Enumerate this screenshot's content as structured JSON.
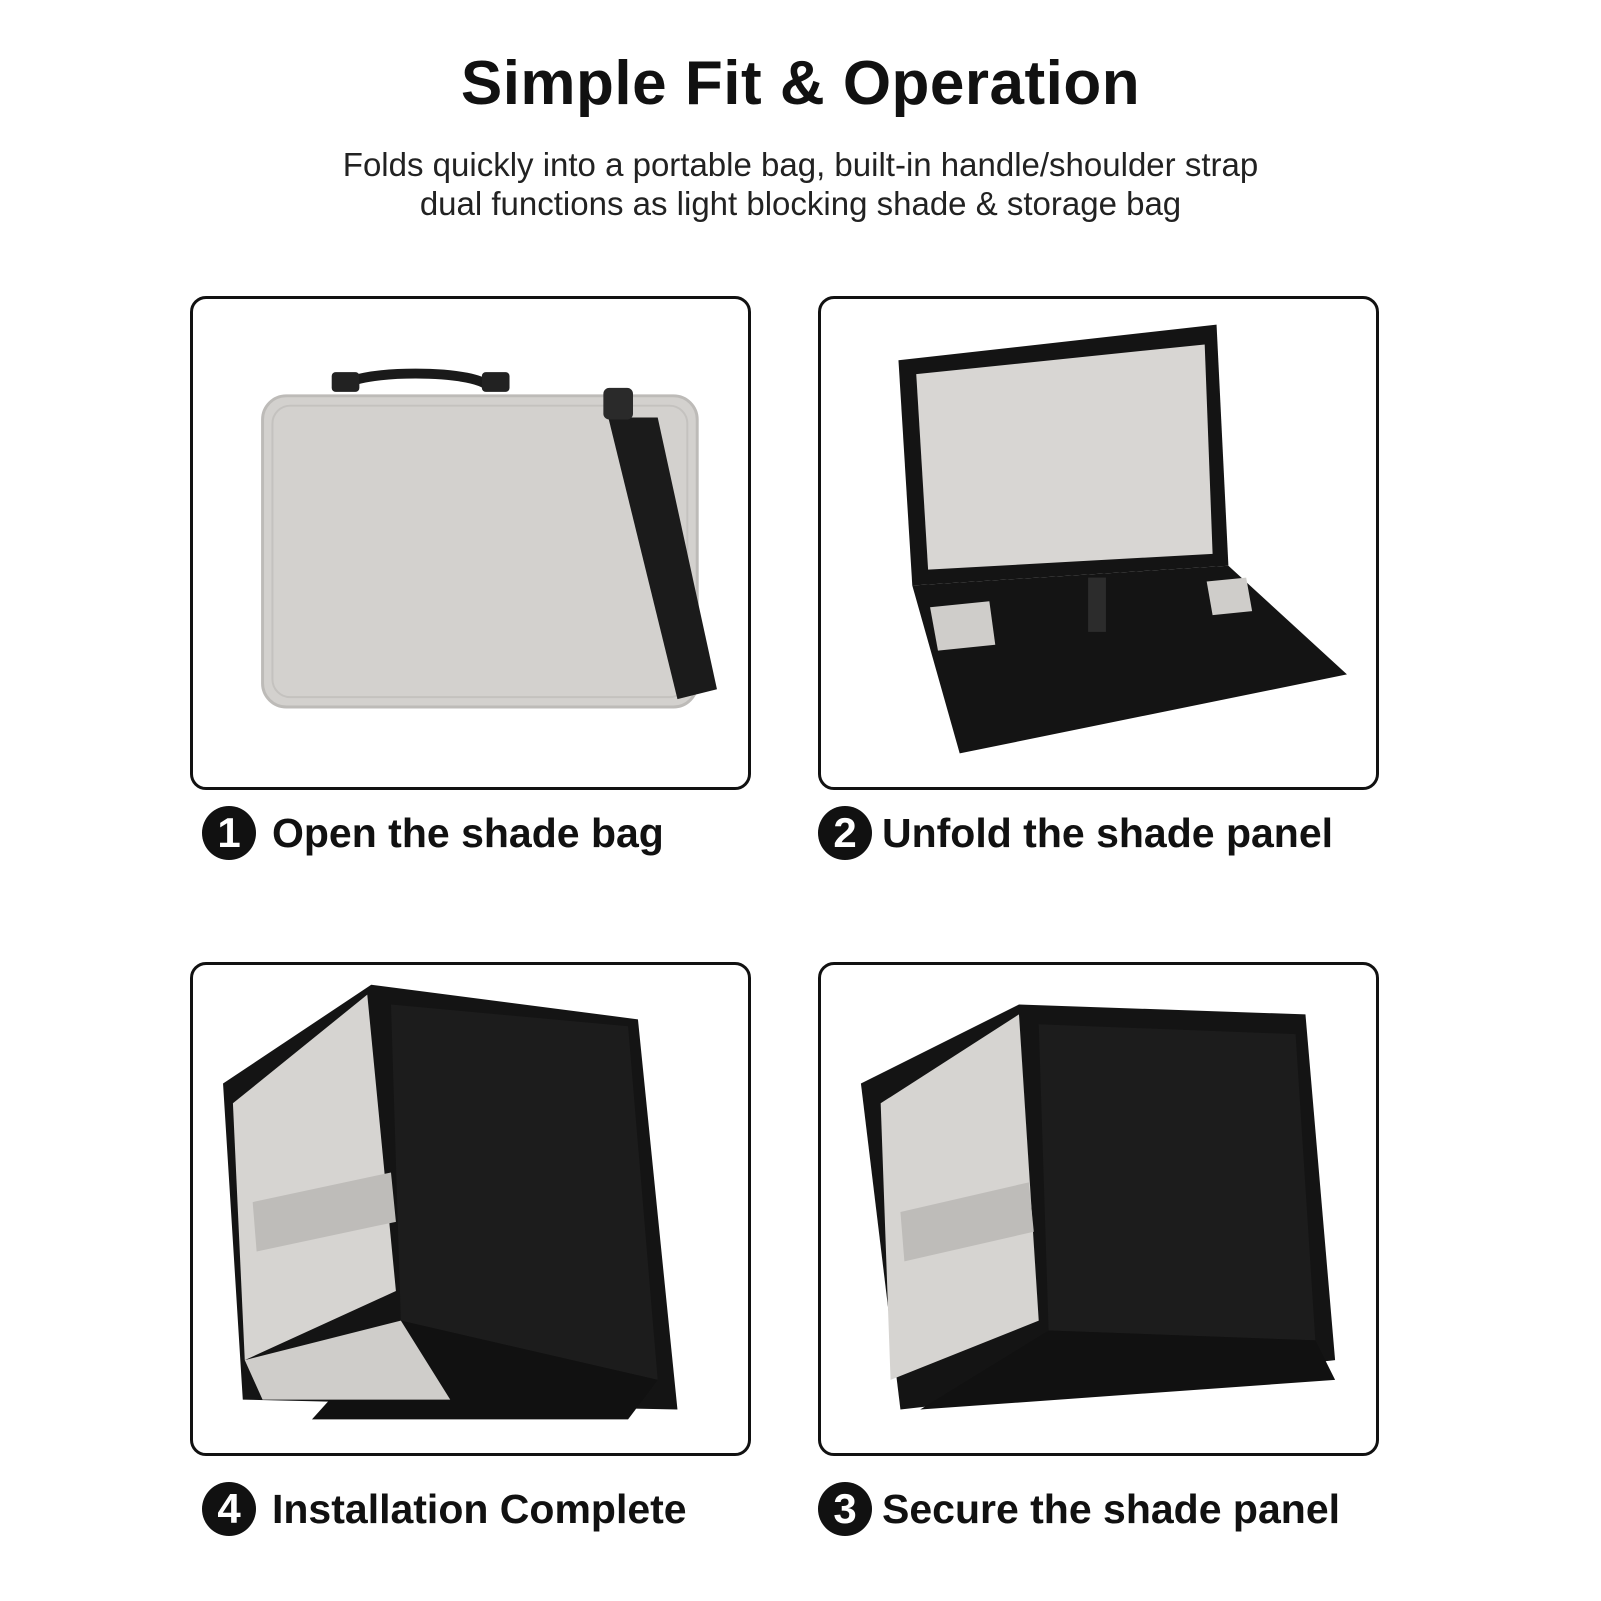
{
  "header": {
    "title": "Simple Fit & Operation",
    "subtitle_line1": "Folds quickly into a portable bag, built-in handle/shoulder strap",
    "subtitle_line2": "dual functions as light blocking shade & storage bag"
  },
  "steps": [
    {
      "number": "1",
      "label": "Open the shade bag"
    },
    {
      "number": "2",
      "label": "Unfold the shade panel"
    },
    {
      "number": "4",
      "label": "Installation Complete"
    },
    {
      "number": "3",
      "label": "Secure the shade panel"
    }
  ],
  "colors": {
    "fabric_gray": "#d3d1ce",
    "lining_black": "#141414",
    "border": "#111111"
  }
}
